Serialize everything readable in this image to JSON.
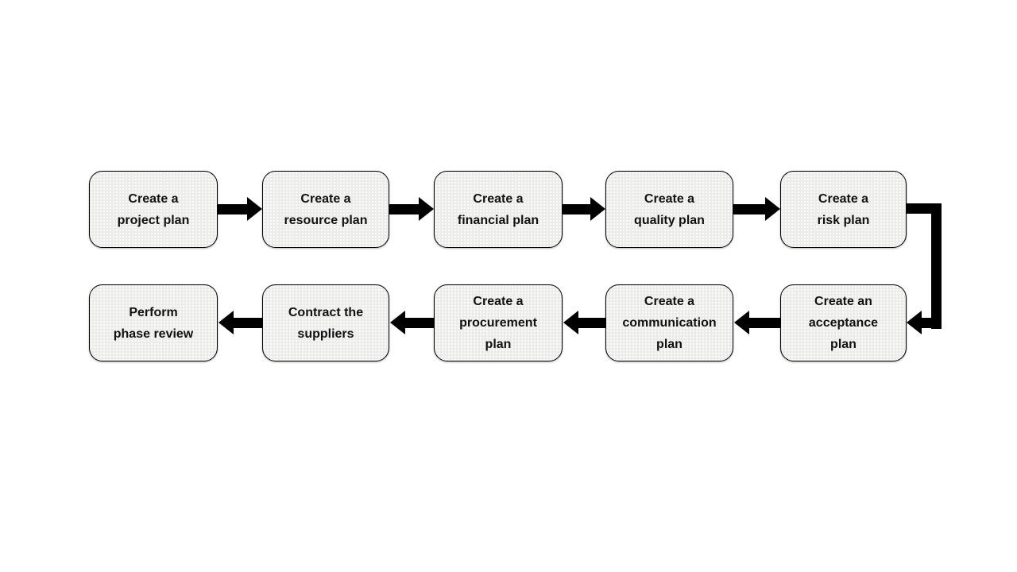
{
  "diagram": {
    "type": "process-flow",
    "rows": 2,
    "row1_direction": "left-to-right",
    "row2_direction": "right-to-left",
    "colors": {
      "background": "#ffffff",
      "node_fill": "#ececea",
      "node_border": "#000000",
      "arrow": "#000000",
      "text": "#111111"
    },
    "nodes": [
      {
        "step": 1,
        "label": "Create a\nproject plan"
      },
      {
        "step": 2,
        "label": "Create a\nresource plan"
      },
      {
        "step": 3,
        "label": "Create a\nfinancial plan"
      },
      {
        "step": 4,
        "label": "Create a\nquality plan"
      },
      {
        "step": 5,
        "label": "Create a\nrisk plan"
      },
      {
        "step": 6,
        "label": "Create an\nacceptance\nplan"
      },
      {
        "step": 7,
        "label": "Create a\ncommunication\nplan"
      },
      {
        "step": 8,
        "label": "Create a\nprocurement\nplan"
      },
      {
        "step": 9,
        "label": "Contract the\nsuppliers"
      },
      {
        "step": 10,
        "label": "Perform\nphase review"
      }
    ]
  }
}
